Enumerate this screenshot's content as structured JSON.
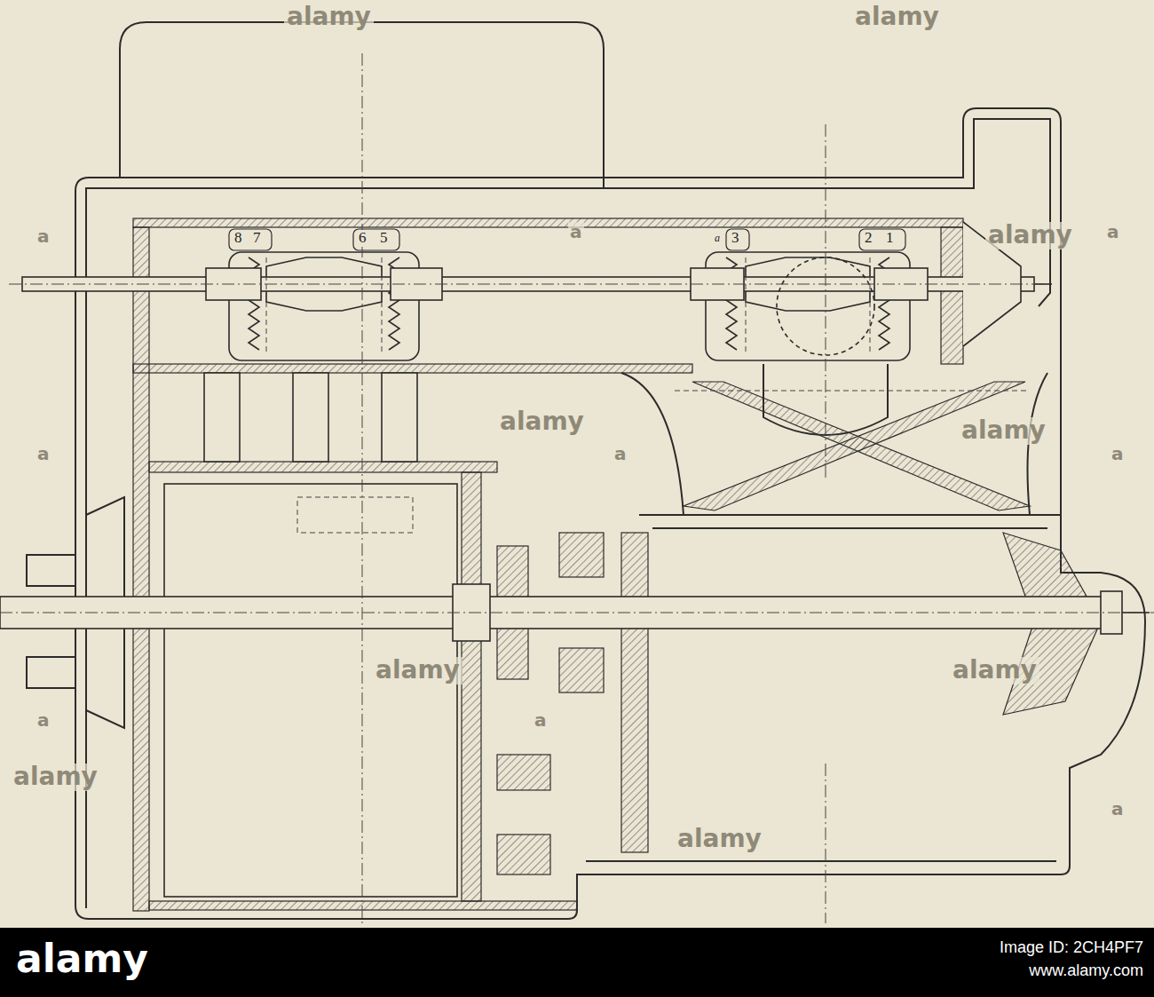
{
  "diagram": {
    "labels": [
      "8",
      "7",
      "6",
      "5",
      "a",
      "3",
      "2",
      "1",
      "alamy",
      "alamy",
      "alamy",
      "alamy",
      "alamy",
      "alamy",
      "alamy",
      "alamy",
      "alamy",
      "a",
      "a",
      "a",
      "a",
      "a",
      "a",
      "a",
      "a",
      "a",
      "alamy",
      "Image ID: 2CH4PF7",
      "www.alamy.com"
    ]
  }
}
